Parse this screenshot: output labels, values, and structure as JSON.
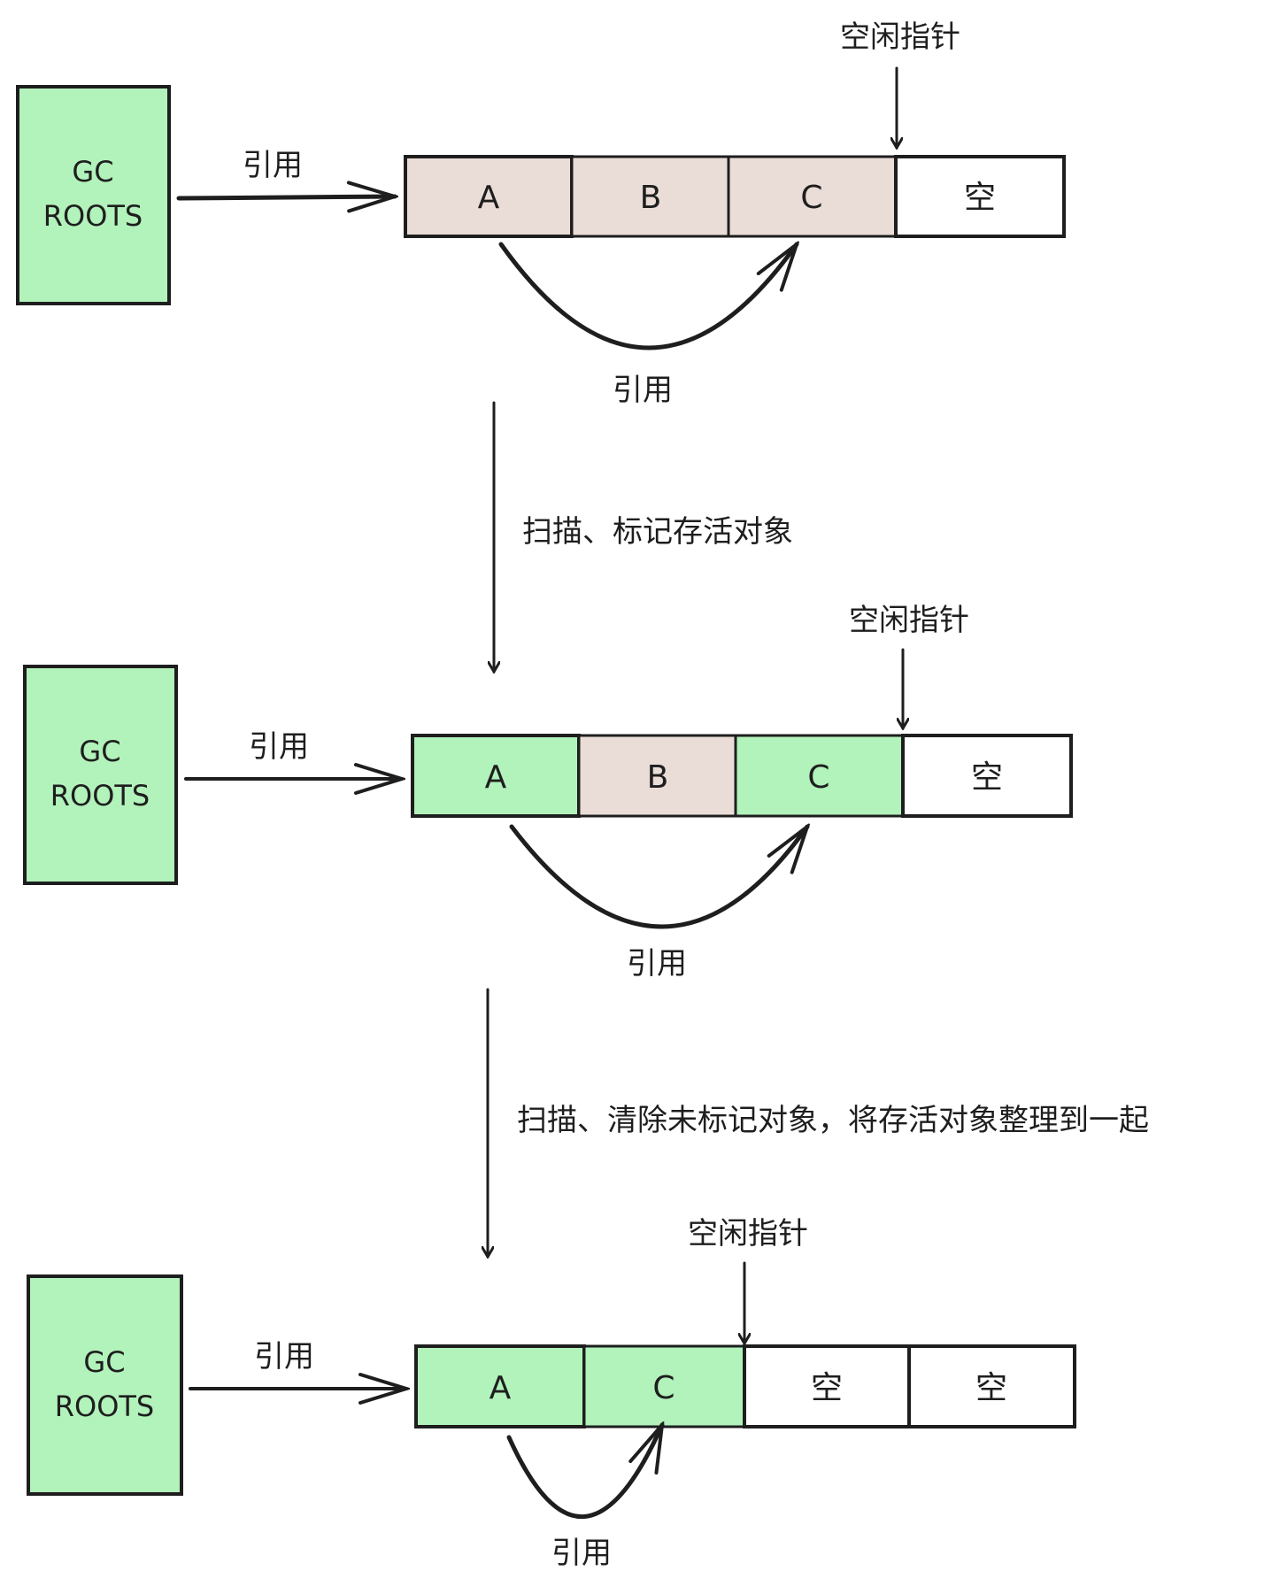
{
  "colors": {
    "root": "#b2f2bb",
    "unmarked": "#eaddd7",
    "marked": "#b2f2bb",
    "empty": "#ffffff",
    "ink": "#1e1e1e"
  },
  "rows": [
    {
      "gc_label": [
        "GC",
        "ROOTS"
      ],
      "ref_label": "引用",
      "pointer_label": "空闲指针",
      "cells": [
        {
          "text": "A",
          "state": "unmarked"
        },
        {
          "text": "B",
          "state": "unmarked"
        },
        {
          "text": "C",
          "state": "unmarked"
        },
        {
          "text": "空",
          "state": "empty"
        }
      ],
      "inner_ref_label": "引用"
    },
    {
      "gc_label": [
        "GC",
        "ROOTS"
      ],
      "ref_label": "引用",
      "pointer_label": "空闲指针",
      "cells": [
        {
          "text": "A",
          "state": "marked"
        },
        {
          "text": "B",
          "state": "unmarked"
        },
        {
          "text": "C",
          "state": "marked"
        },
        {
          "text": "空",
          "state": "empty"
        }
      ],
      "inner_ref_label": "引用"
    },
    {
      "gc_label": [
        "GC",
        "ROOTS"
      ],
      "ref_label": "引用",
      "pointer_label": "空闲指针",
      "cells": [
        {
          "text": "A",
          "state": "marked"
        },
        {
          "text": "C",
          "state": "marked"
        },
        {
          "text": "空",
          "state": "empty"
        },
        {
          "text": "空",
          "state": "empty"
        }
      ],
      "inner_ref_label": "引用"
    }
  ],
  "steps": [
    {
      "label": "扫描、标记存活对象"
    },
    {
      "label": "扫描、清除未标记对象，将存活对象整理到一起"
    }
  ]
}
